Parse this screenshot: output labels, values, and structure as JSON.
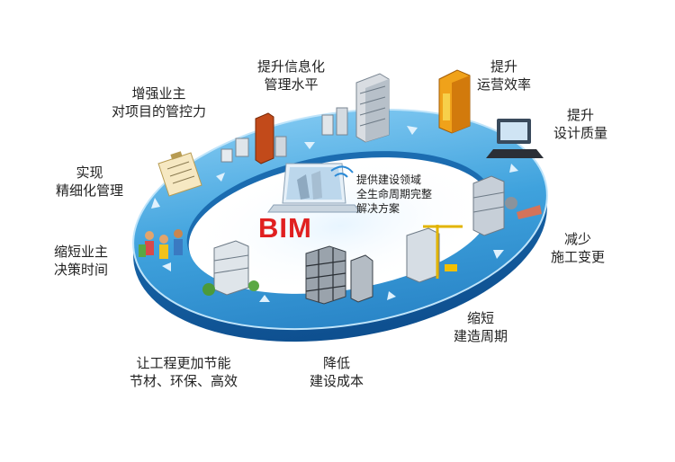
{
  "center": {
    "brand": "BIM",
    "note_lines": [
      "提供建设领域",
      "全生命周期完整",
      "解决方案"
    ]
  },
  "benefits": [
    {
      "id": "info",
      "lines": [
        "提升信息化",
        "管理水平"
      ]
    },
    {
      "id": "ops",
      "lines": [
        "提升",
        "运营效率"
      ]
    },
    {
      "id": "design",
      "lines": [
        "提升",
        "设计质量"
      ]
    },
    {
      "id": "changes",
      "lines": [
        "减少",
        "施工变更"
      ]
    },
    {
      "id": "period",
      "lines": [
        "缩短",
        "建造周期"
      ]
    },
    {
      "id": "cost",
      "lines": [
        "降低",
        "建设成本"
      ]
    },
    {
      "id": "green",
      "lines": [
        "让工程更加节能",
        "节材、环保、高效"
      ]
    },
    {
      "id": "decision",
      "lines": [
        "缩短业主",
        "决策时间"
      ]
    },
    {
      "id": "refine",
      "lines": [
        "实现",
        "精细化管理"
      ]
    },
    {
      "id": "owner",
      "lines": [
        "增强业主",
        "对项目的管控力"
      ]
    }
  ],
  "colors": {
    "ring_top": "#3fa2dd",
    "ring_side": "#1560a8",
    "brand": "#e02020",
    "arrow": "#cfe8fb"
  }
}
